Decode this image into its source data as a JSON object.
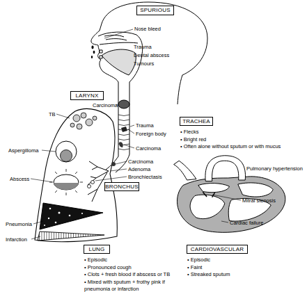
{
  "diagram": {
    "nodes": [
      {
        "text": [
          "SPURIOUS"
        ]
      },
      {
        "text": [
          "LARYNX"
        ]
      },
      {
        "text": [
          "TRACHEA",
          "• Flecks",
          "• Bright red",
          "• Often alone without sputum or with mucus"
        ]
      },
      {
        "text": [
          "BRONCHUS"
        ]
      },
      {
        "text": [
          "LUNG",
          "• Episodic",
          "• Pronounced cough",
          "• Clots + fresh blood if abscess or TB",
          "• Mixed with sputum + frothy pink if pneumonia or infarction"
        ]
      },
      {
        "text": [
          "CARDIOVASCULAR",
          "• Episodic",
          "• Faint",
          "• Streaked sputum"
        ]
      }
    ],
    "labels": [
      "Nose bleed",
      "Trauma",
      "Dental abscess",
      "Tumours",
      "Carcinoma",
      "Trauma",
      "Foreign body",
      "Carcinoma",
      "TB",
      "Aspergilloma",
      "Abscess",
      "Pneumonia",
      "Infarction",
      "Carcinoma",
      "Adenoma",
      "Bronchiectasis",
      "Pulmonary hypertension",
      "Mitral stenosis",
      "Cardiac failure"
    ]
  }
}
